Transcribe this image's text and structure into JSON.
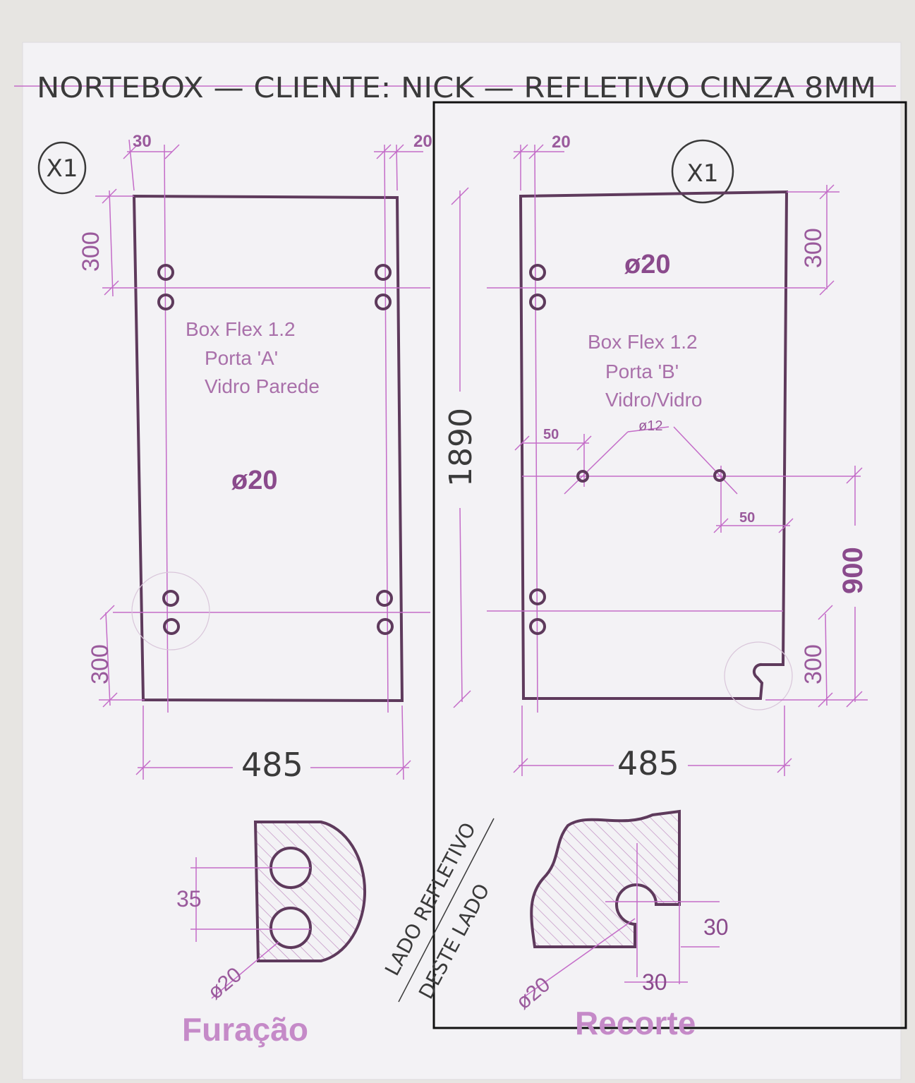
{
  "title": "NORTEBOX — CLIENTE: NICK — REFLETIVO CINZA 8MM",
  "colors": {
    "paper": "#f3f2f5",
    "ink": "#5e3a5c",
    "magenta": "#c46cc8",
    "label": "#9a5a9c",
    "pen": "#3a3a3a",
    "background": "#e7e5e2"
  },
  "panel_a": {
    "qty": "X1",
    "top_offset": "30",
    "right_offset": "20",
    "top_hinge_dim": "300",
    "bottom_hinge_dim": "300",
    "label_line1": "Box Flex 1.2",
    "label_line2": "Porta 'A'",
    "label_line3": "Vidro Parede",
    "hole_label": "ø20",
    "width": "485"
  },
  "panel_b": {
    "qty": "X1",
    "left_offset": "20",
    "hole_label": "ø20",
    "top_hinge_dim": "300",
    "bottom_hinge_dim": "300",
    "label_line1": "Box Flex 1.2",
    "label_line2": "Porta 'B'",
    "label_line3": "Vidro/Vidro",
    "handle_hole": "ø12",
    "handle_left_offset": "50",
    "handle_right_offset": "50",
    "handle_height": "900",
    "width": "485"
  },
  "height": "1890",
  "detail_furacao": {
    "spacing": "35",
    "diameter": "ø20",
    "caption": "Furação"
  },
  "detail_recorte": {
    "dim_vertical": "30",
    "dim_horizontal": "30",
    "diameter": "ø20",
    "caption": "Recorte"
  },
  "side_note": {
    "line1": "LADO REFLETIVO",
    "line2": "DESTE LADO"
  }
}
